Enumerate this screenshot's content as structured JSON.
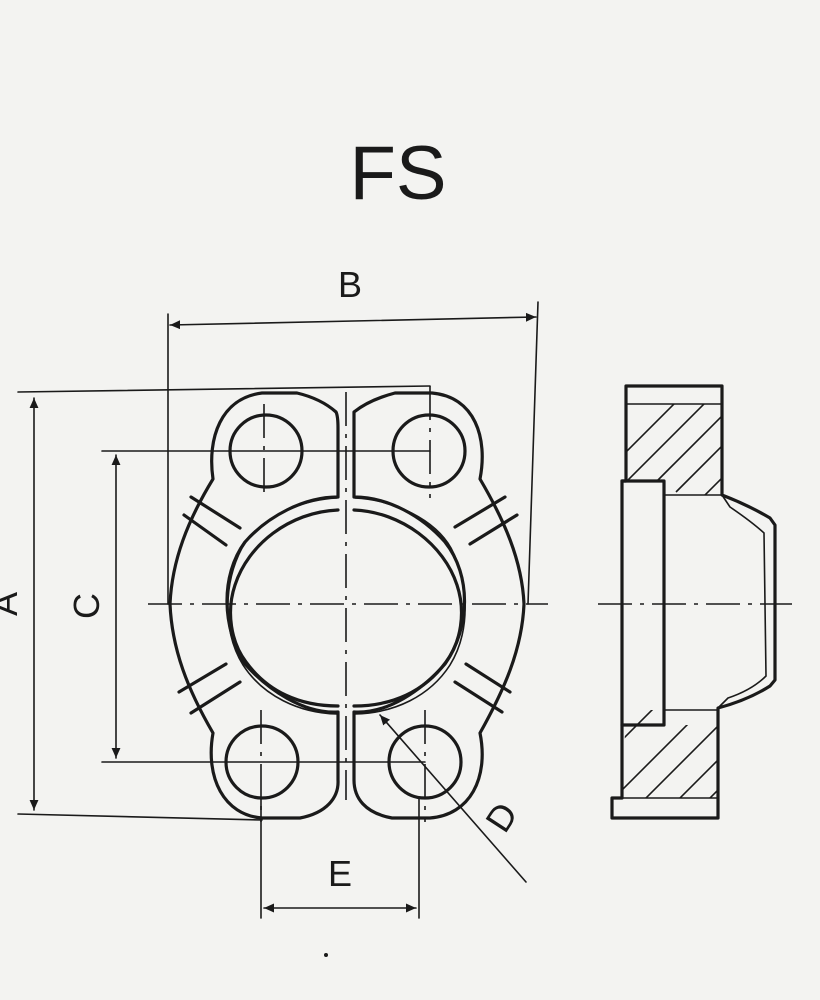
{
  "title": "FS",
  "dimensions": {
    "a": "A",
    "b": "B",
    "c": "C",
    "d": "D",
    "e": "E"
  },
  "colors": {
    "paper": "#f3f3f1",
    "ink": "#1a1a1a"
  }
}
